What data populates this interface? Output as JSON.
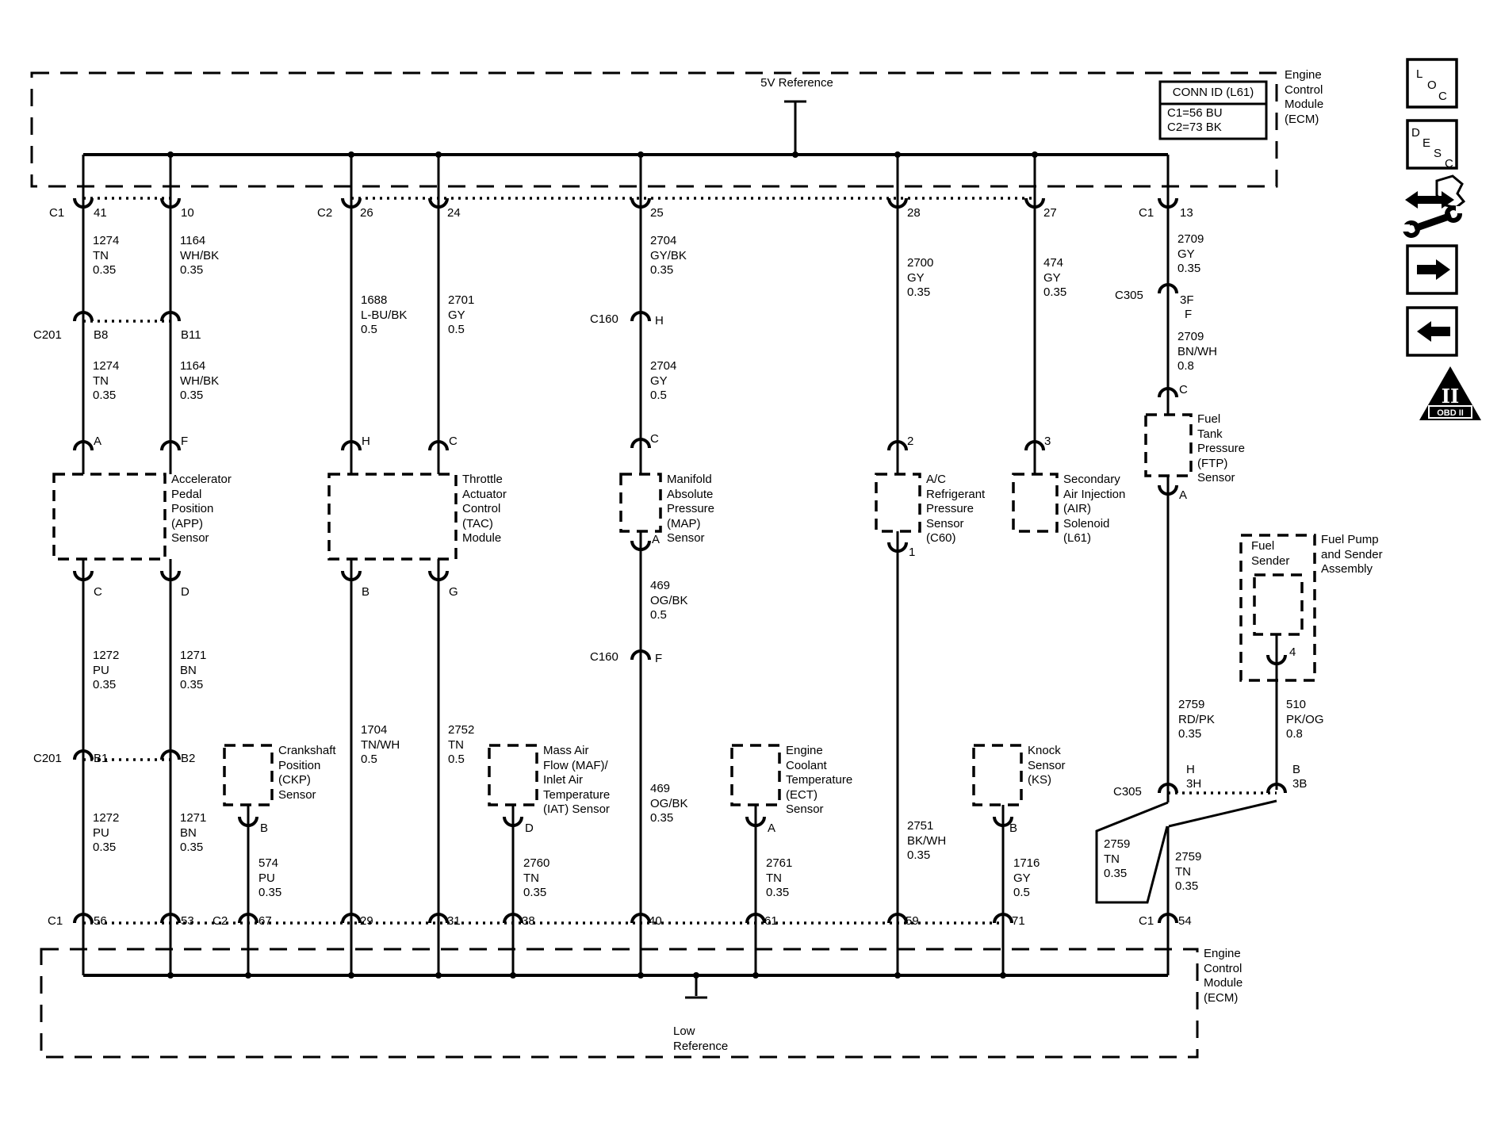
{
  "ecm_top": {
    "title": "Engine\nControl\nModule\n(ECM)",
    "conn_id": {
      "title": "CONN ID (L61)",
      "row1": "C1=56 BU",
      "row2": "C2=73 BK"
    },
    "ref_5v": "5V Reference",
    "pins": {
      "c1": "C1",
      "p41": "41",
      "p10": "10",
      "c2": "C2",
      "p26": "26",
      "p24": "24",
      "p25": "25",
      "p28": "28",
      "p27": "27",
      "c1r": "C1",
      "p13": "13"
    }
  },
  "ecm_bottom": {
    "title": "Engine\nControl\nModule\n(ECM)",
    "ref_low": "Low\nReference",
    "pins": {
      "c1": "C1",
      "p56": "56",
      "p53": "53",
      "c2": "C2",
      "p67": "67",
      "p29": "29",
      "p31": "31",
      "p38": "38",
      "p40": "40",
      "p61": "61",
      "p59": "59",
      "p71": "71",
      "c1r": "C1",
      "p54": "54"
    }
  },
  "inline_connectors": {
    "c201_top": {
      "id": "C201",
      "left": "B8",
      "right": "B11"
    },
    "c201_bot": {
      "id": "C201",
      "left": "B1",
      "right": "B2"
    },
    "c160_top": {
      "id": "C160",
      "pin": "H"
    },
    "c160_bot": {
      "id": "C160",
      "pin": "F"
    },
    "c305_top": {
      "id": "C305",
      "pin": "3F",
      "pin2": "F"
    },
    "c305_bot": {
      "id": "C305",
      "h": "H",
      "h2": "3H",
      "b": "B",
      "b2": "3B"
    }
  },
  "components": {
    "app": {
      "name": "Accelerator\nPedal\nPosition\n(APP)\nSensor",
      "pin_tl": "A",
      "pin_tr": "F",
      "pin_bl": "C",
      "pin_br": "D"
    },
    "tac": {
      "name": "Throttle\nActuator\nControl\n(TAC)\nModule",
      "pin_tl": "H",
      "pin_tr": "C",
      "pin_bl": "B",
      "pin_br": "G"
    },
    "map": {
      "name": "Manifold\nAbsolute\nPressure\n(MAP)\nSensor",
      "pin_t": "C",
      "pin_b": "A"
    },
    "ac": {
      "name": "A/C\nRefrigerant\nPressure\nSensor\n(C60)",
      "pin_t": "2",
      "pin_b": "1"
    },
    "air": {
      "name": "Secondary\nAir Injection\n(AIR)\nSolenoid\n(L61)",
      "pin_t": "3"
    },
    "ftp": {
      "name": "Fuel\nTank\nPressure\n(FTP)\nSensor",
      "pin_t": "C",
      "pin_b": "A"
    },
    "fuel": {
      "name": "Fuel Pump\nand Sender\nAssembly",
      "inner": "Fuel\nSender",
      "pin_b": "4"
    },
    "ckp": {
      "name": "Crankshaft\nPosition\n(CKP)\nSensor",
      "pin_b": "B"
    },
    "maf": {
      "name": "Mass Air\nFlow (MAF)/\nInlet Air\nTemperature\n(IAT) Sensor",
      "pin_b": "D"
    },
    "ect": {
      "name": "Engine\nCoolant\nTemperature\n(ECT)\nSensor",
      "pin_b": "A"
    },
    "ks": {
      "name": "Knock\nSensor\n(KS)",
      "pin_b": "B"
    }
  },
  "wires": {
    "w1274a": "1274\nTN\n0.35",
    "w1164a": "1164\nWH/BK\n0.35",
    "w1274b": "1274\nTN\n0.35",
    "w1164b": "1164\nWH/BK\n0.35",
    "w1688": "1688\nL-BU/BK\n0.5",
    "w2701": "2701\nGY\n0.5",
    "w2704a": "2704\nGY/BK\n0.35",
    "w2704b": "2704\nGY\n0.5",
    "w2700": "2700\nGY\n0.35",
    "w474": "474\nGY\n0.35",
    "w2709a": "2709\nGY\n0.35",
    "w2709b": "2709\nBN/WH\n0.8",
    "w1272a": "1272\nPU\n0.35",
    "w1271a": "1271\nBN\n0.35",
    "w1272b": "1272\nPU\n0.35",
    "w1271b": "1271\nBN\n0.35",
    "w1704": "1704\nTN/WH\n0.5",
    "w2752": "2752\nTN\n0.5",
    "w469a": "469\nOG/BK\n0.5",
    "w469b": "469\nOG/BK\n0.35",
    "w574": "574\nPU\n0.35",
    "w2760": "2760\nTN\n0.35",
    "w2761": "2761\nTN\n0.35",
    "w2751": "2751\nBK/WH\n0.35",
    "w1716": "1716\nGY\n0.5",
    "w2759rd": "2759\nRD/PK\n0.35",
    "w510": "510\nPK/OG\n0.8",
    "w2759a": "2759\nTN\n0.35",
    "w2759b": "2759\nTN\n0.35"
  },
  "icons": {
    "loc": [
      "L",
      "O",
      "C"
    ],
    "desc": [
      "D",
      "E",
      "S",
      "C"
    ],
    "obd_numeral": "II",
    "obd_label": "OBD II"
  }
}
